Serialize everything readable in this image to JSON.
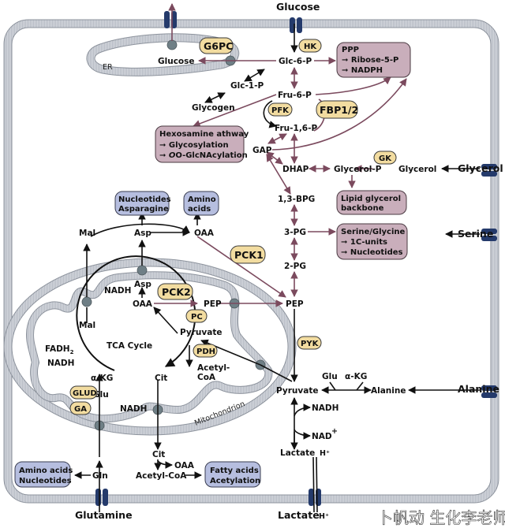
{
  "colors": {
    "membrane": "#c8ccd4",
    "membrane_edge": "#8d939d",
    "transporter": "#243a6b",
    "node": "#6f7f86",
    "enzyme_fill": "#f2dca0",
    "enzyme_stroke": "#3a3a3a",
    "purple_box": "#c9aebb",
    "blue_box": "#b6bedf",
    "purple_arrow": "#7b4a5e",
    "black_arrow": "#111111"
  },
  "transporters": {
    "glucose": "Glucose",
    "glycerol": "Glycerol",
    "serine": "Serine",
    "alanine": "Alanine",
    "glutamine": "Glutamine",
    "lactate": "Lactate",
    "h_plus": "H⁺"
  },
  "compartments": {
    "er": "ER",
    "mitochondrion": "Mitochondrion",
    "tca": "TCA Cycle"
  },
  "metabolites": {
    "glucose_er": "Glucose",
    "glc6p": "Glc-6-P",
    "glc1p": "Glc-1-P",
    "glycogen": "Glycogen",
    "fru6p": "Fru-6-P",
    "fru16p": "Fru-1,6-P",
    "gap": "GAP",
    "dhap": "DHAP",
    "glycerol_p": "Glycerol-P",
    "glycerol_in": "Glycerol",
    "bpg": "1,3-BPG",
    "pg3": "3-PG",
    "pg2": "2-PG",
    "pep_cyto": "PEP",
    "pyruvate_cyto": "Pyruvate",
    "nadh_ldh": "NADH",
    "nad_ldh": "NAD",
    "nad_sup": "+",
    "lactate_in": "Lactate",
    "h_in": "H⁺",
    "glu_alt": "Glu",
    "akg_alt": "α-KG",
    "alanine_in": "Alanine",
    "mal_cyto": "Mal",
    "asp_cyto": "Asp",
    "oaa_cyto": "OAA",
    "asp_mito": "Asp",
    "oaa_mito": "OAA",
    "pep_mito": "PEP",
    "pyruvate_mito": "Pyruvate",
    "acetylcoa_mito_1": "Acetyl-",
    "acetylcoa_mito_2": "CoA",
    "nadh_tca1": "NADH",
    "mal_mito": "Mal",
    "fadh2": "FADH",
    "fadh2_sub": "2",
    "nadh_tca2": "NADH",
    "akg": "α-KG",
    "glu_mito": "Glu",
    "cit_mito": "Cit",
    "nadh_tca3": "NADH",
    "cit_cyto": "Cit",
    "oaa_acl": "OAA",
    "acetylcoa_cyto": "Acetyl-CoA",
    "gln": "Gln"
  },
  "enzymes": {
    "g6pc": "G6PC",
    "hk": "HK",
    "pfk": "PFK",
    "fbp": "FBP1/2",
    "gk": "GK",
    "pck1": "PCK1",
    "pck2": "PCK2",
    "pc": "PC",
    "pdh": "PDH",
    "pyk": "PYK",
    "glud": "GLUD",
    "ga": "GA"
  },
  "boxes": {
    "ppp": {
      "title": "PPP",
      "items": [
        "Ribose-5-P",
        "NADPH"
      ]
    },
    "hexosamine": {
      "title": "Hexosamine athway",
      "items": [
        "Glycosylation",
        "O-GlcNAcylation"
      ]
    },
    "lipid": {
      "lines": [
        "Lipid glycerol",
        "backbone"
      ]
    },
    "serine": {
      "title": "Serine/Glycine",
      "items": [
        "1C-units",
        "Nucleotides"
      ]
    },
    "nucleotides_asn": {
      "lines": [
        "Nucleotides",
        "Asparagine"
      ]
    },
    "amino_acids_top": {
      "lines": [
        "Amino",
        "acids"
      ]
    },
    "amino_nucleotides": {
      "lines": [
        "Amino acids",
        "Nucleotides"
      ]
    },
    "fatty_acids": {
      "lines": [
        "Fatty acids",
        "Acetylation"
      ]
    }
  },
  "watermark": "卜帆动 生化李老师"
}
